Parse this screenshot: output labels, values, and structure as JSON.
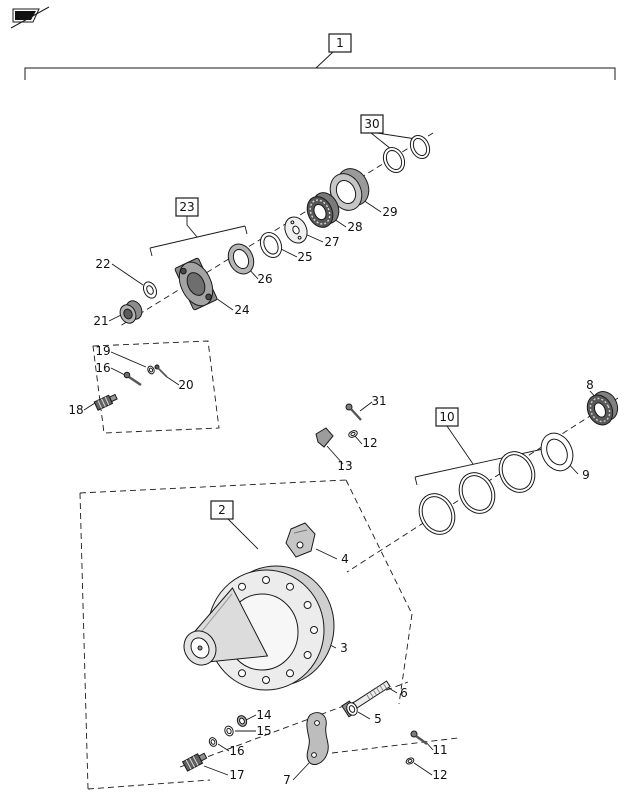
{
  "colors": {
    "line": "#1a1a1a",
    "paper": "#ffffff"
  },
  "callouts": [
    {
      "text": "1",
      "boxed": true
    },
    {
      "text": "30",
      "boxed": true
    },
    {
      "text": "29"
    },
    {
      "text": "28"
    },
    {
      "text": "27"
    },
    {
      "text": "25"
    },
    {
      "text": "23",
      "boxed": true
    },
    {
      "text": "26"
    },
    {
      "text": "22"
    },
    {
      "text": "24"
    },
    {
      "text": "21"
    },
    {
      "text": "19"
    },
    {
      "text": "16"
    },
    {
      "text": "20"
    },
    {
      "text": "18"
    },
    {
      "text": "31"
    },
    {
      "text": "12"
    },
    {
      "text": "13"
    },
    {
      "text": "10",
      "boxed": true
    },
    {
      "text": "8"
    },
    {
      "text": "9"
    },
    {
      "text": "2",
      "boxed": true
    },
    {
      "text": "4"
    },
    {
      "text": "3"
    },
    {
      "text": "6"
    },
    {
      "text": "5"
    },
    {
      "text": "14"
    },
    {
      "text": "15"
    },
    {
      "text": "16"
    },
    {
      "text": "17"
    },
    {
      "text": "7"
    },
    {
      "text": "11"
    },
    {
      "text": "12"
    }
  ]
}
